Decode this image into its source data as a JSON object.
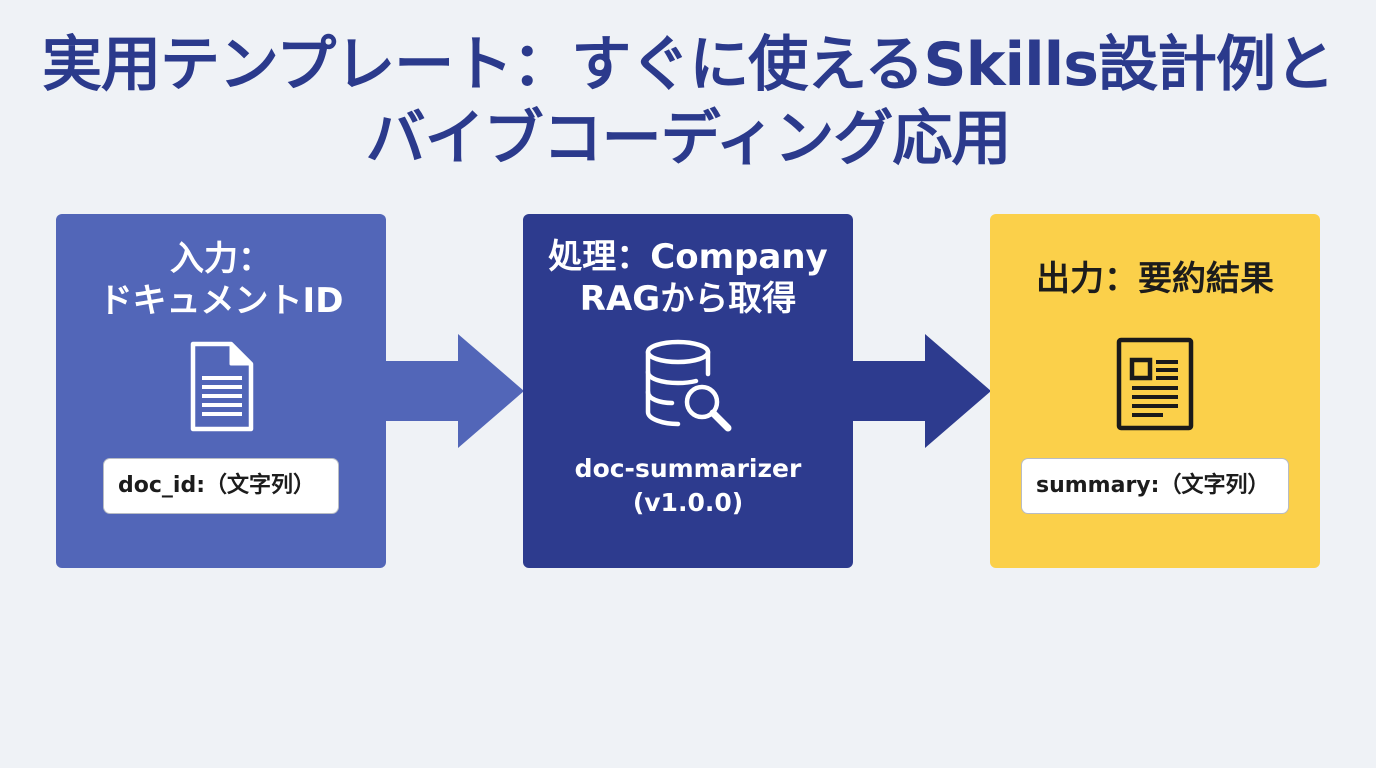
{
  "title": {
    "line1": "実用テンプレート：すぐに使えるSkills設計例と",
    "line2": "バイブコーディング応用"
  },
  "input": {
    "heading_line1": "入力：",
    "heading_line2": "ドキュメントID",
    "icon": "document-icon",
    "field": "doc_id:（文字列）",
    "color": "#5266b8"
  },
  "process": {
    "heading_line1": "処理：Company",
    "heading_line2": "RAGから取得",
    "icon": "database-search-icon",
    "skill_name": "doc-summarizer",
    "skill_version": "(v1.0.0)",
    "color": "#2d3b8e"
  },
  "output": {
    "heading": "出力：要約結果",
    "icon": "report-icon",
    "field": "summary:（文字列）",
    "color": "#fbd04a"
  },
  "arrows": {
    "first_color": "#5266b8",
    "second_color": "#2d3b8e"
  }
}
